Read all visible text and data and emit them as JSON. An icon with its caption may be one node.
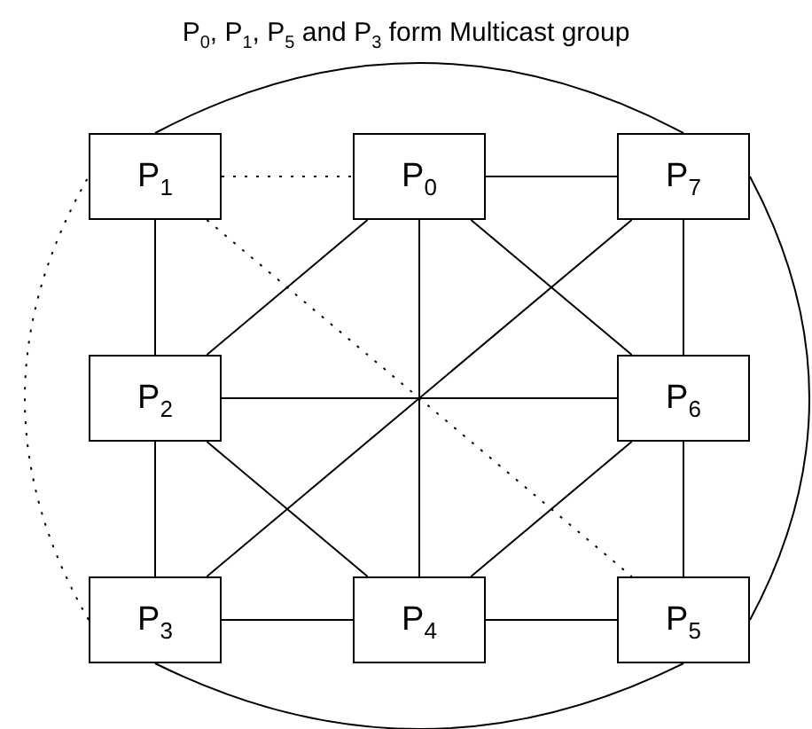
{
  "diagram": {
    "title": "P$_{0}$, P$_{1}$, P$_{5}$ and P$_{3}$ form Multicast group",
    "nodes": [
      {
        "text": [
          "P$_{1}$"
        ]
      },
      {
        "text": [
          "P$_{0}$"
        ]
      },
      {
        "text": [
          "P$_{7}$"
        ]
      },
      {
        "text": [
          "P$_{2}$"
        ]
      },
      {
        "text": [
          "P$_{6}$"
        ]
      },
      {
        "text": [
          "P$_{3}$"
        ]
      },
      {
        "text": [
          "P$_{4}$"
        ]
      },
      {
        "text": [
          "P$_{5}$"
        ]
      }
    ],
    "edges": [
      {
        "from": 0,
        "to": 1,
        "arrow": "none",
        "style": "dashed"
      },
      {
        "from": 1,
        "to": 2,
        "arrow": "none"
      },
      {
        "from": 0,
        "to": 3,
        "arrow": "none"
      },
      {
        "from": 2,
        "to": 4,
        "arrow": "none"
      },
      {
        "from": 3,
        "to": 5,
        "arrow": "none"
      },
      {
        "from": 4,
        "to": 7,
        "arrow": "none"
      },
      {
        "from": 5,
        "to": 6,
        "arrow": "none"
      },
      {
        "from": 6,
        "to": 7,
        "arrow": "none"
      },
      {
        "from": 1,
        "to": 3,
        "arrow": "none"
      },
      {
        "from": 1,
        "to": 4,
        "arrow": "none"
      },
      {
        "from": 1,
        "to": 6,
        "arrow": "none"
      },
      {
        "from": 3,
        "to": 6,
        "arrow": "none"
      },
      {
        "from": 4,
        "to": 6,
        "arrow": "none"
      },
      {
        "from": 3,
        "to": 4,
        "arrow": "none"
      },
      {
        "from": 2,
        "to": 5,
        "arrow": "none"
      },
      {
        "from": 0,
        "to": 7,
        "arrow": "none",
        "style": "dashed"
      },
      {
        "from": 0,
        "to": 2,
        "arrow": "none"
      },
      {
        "from": 2,
        "to": 7,
        "arrow": "none"
      },
      {
        "from": 7,
        "to": 5,
        "arrow": "none"
      },
      {
        "from": 5,
        "to": 0,
        "arrow": "none",
        "style": "dashed"
      }
    ]
  }
}
